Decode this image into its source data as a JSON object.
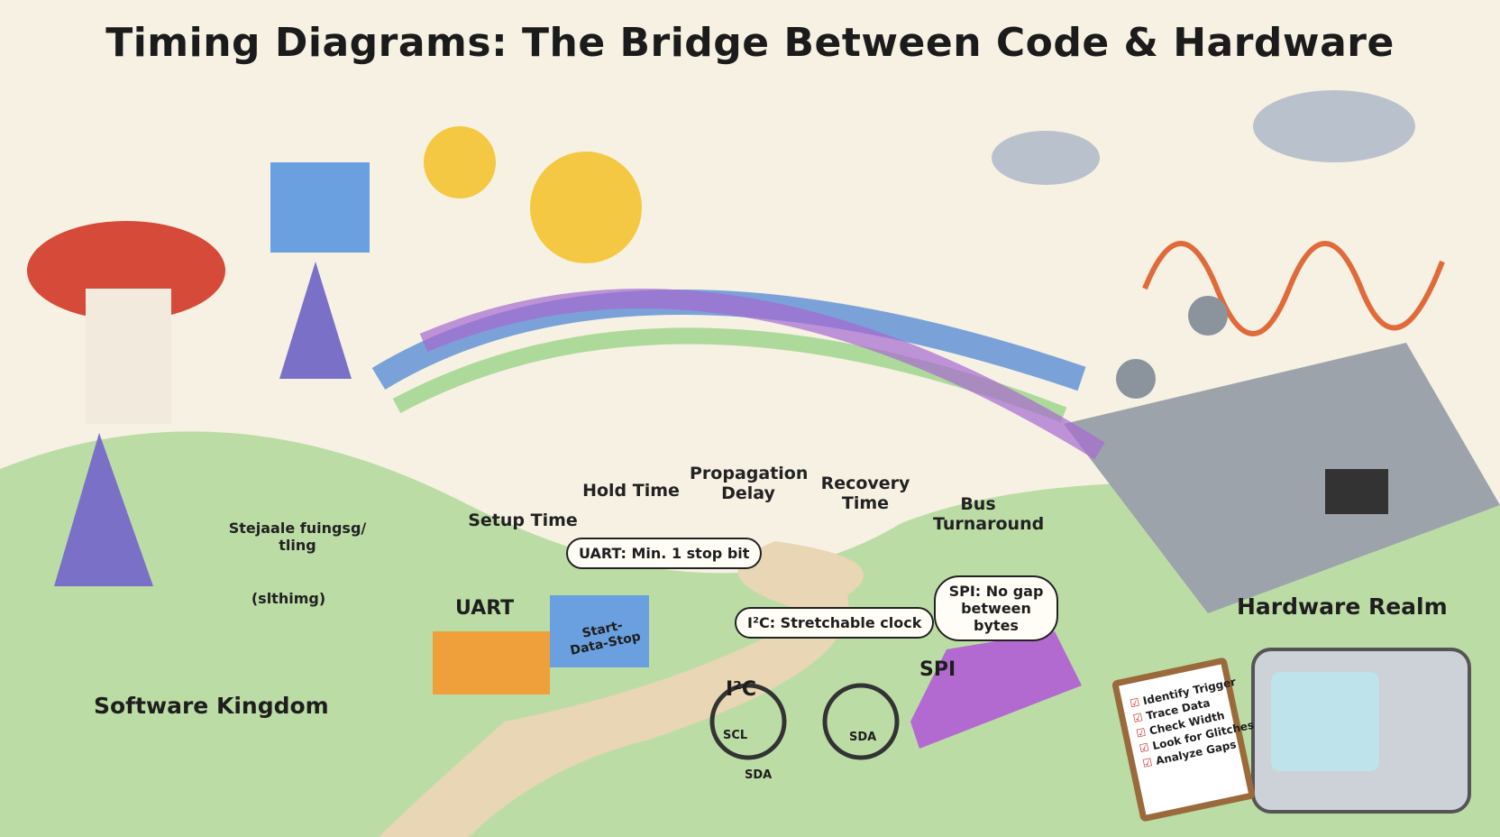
{
  "title": "Timing Diagrams: The Bridge Between Code & Hardware",
  "regions": {
    "software": "Software Kingdom",
    "hardware": "Hardware Realm"
  },
  "software_scribbles": [
    "Stejaale fuingsg/ tling",
    "(slthimg)"
  ],
  "timing_concepts": [
    "Setup Time",
    "Hold Time",
    "Propagation Delay",
    "Recovery Time",
    "Bus Turnaround"
  ],
  "uart": {
    "label": "UART",
    "bubble": "UART: Min. 1 stop bit",
    "truck_text": "Start-Data-Stop"
  },
  "i2c": {
    "label": "I²C",
    "bubble": "I²C: Stretchable clock",
    "wheel_left": "SCL",
    "wheel_left2": "SDA",
    "wheel_right": "SDA"
  },
  "spi": {
    "label": "SPI",
    "bubble": "SPI: No gap between bytes"
  },
  "checklist": [
    "Identify Trigger",
    "Trace Data",
    "Check Width",
    "Look for Glitches",
    "Analyze Gaps"
  ],
  "colors": {
    "background": "#f6f1e3",
    "grass": "#bcdca6",
    "road": "#e8d6b4",
    "sun": "#f4c842",
    "ribbon_blue": "#5b8fd6",
    "ribbon_purple": "#a66ad0"
  }
}
